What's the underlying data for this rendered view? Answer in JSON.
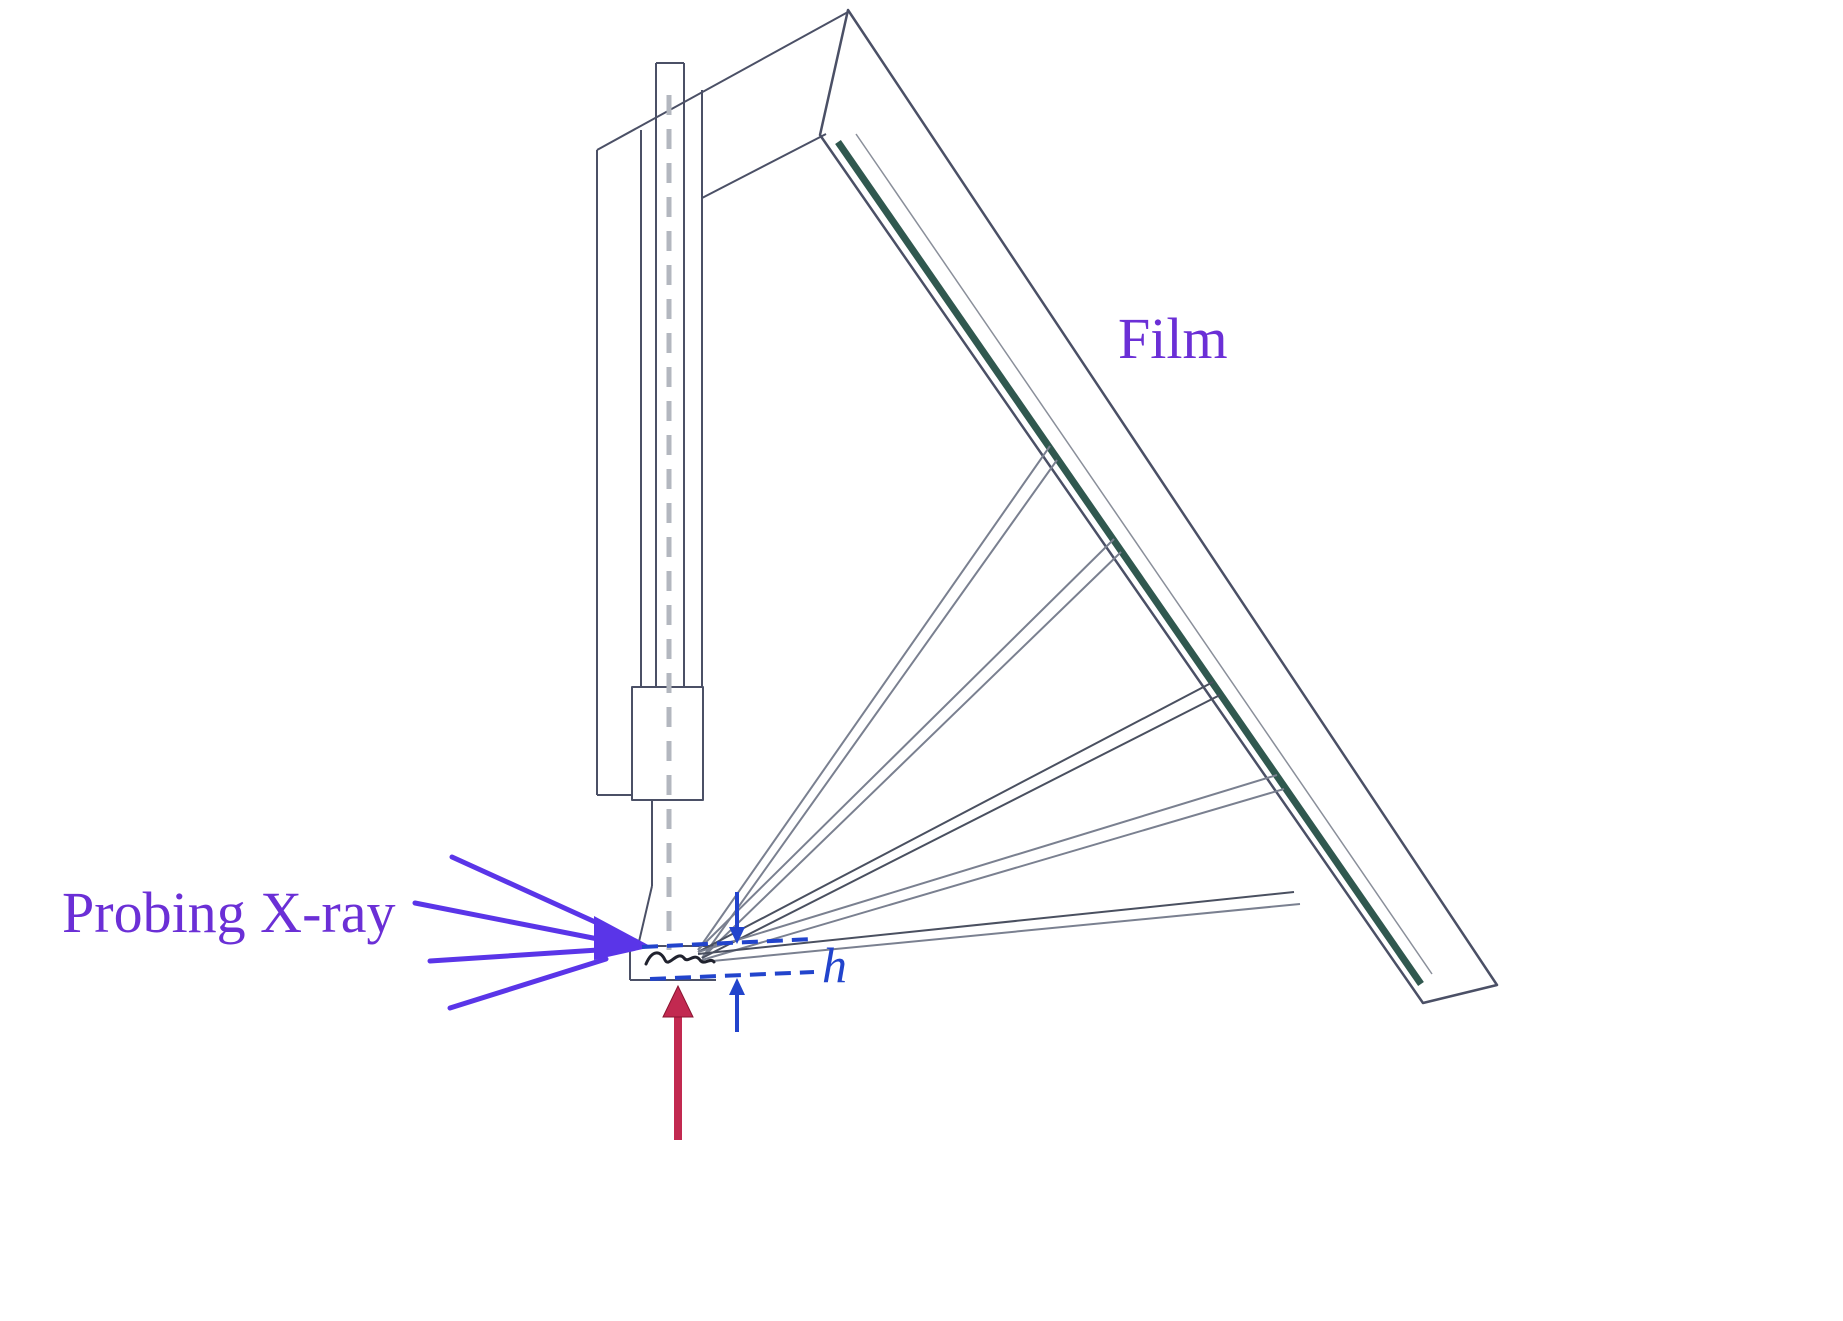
{
  "figure": {
    "background": "#ffffff",
    "labels": {
      "film": "Film",
      "probing_xray": "Probing X-ray",
      "gap_height": "h"
    },
    "colors": {
      "annotation_purple": "#6b2fd6",
      "xray_beam": "#5a35e8",
      "push_arrow": "#c22950",
      "height_marker": "#2244cc",
      "film_surface": "#1e4a40",
      "wireframe": "#4b5066",
      "ray_gray": "#7a8090",
      "channel_dash": "#b3b7bf",
      "target_scribble": "#20222e"
    }
  }
}
